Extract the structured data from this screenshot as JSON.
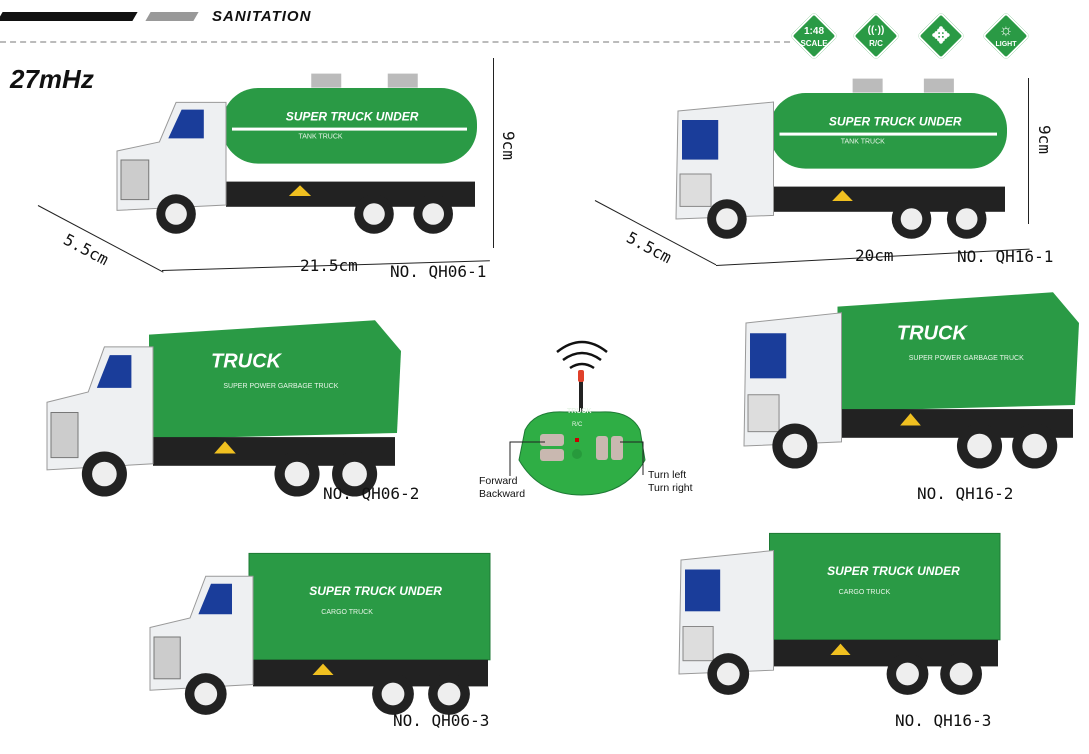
{
  "header": {
    "title": "SANITATION",
    "frequency": "27mHz"
  },
  "badges": [
    {
      "icon": "scale-icon",
      "line1": "1:48",
      "line2": "SCALE"
    },
    {
      "icon": "rc-antenna-icon",
      "line1": "((·))",
      "line2": "R/C"
    },
    {
      "icon": "four-direction-icon",
      "line1": "✥",
      "line2": ""
    },
    {
      "icon": "light-icon",
      "line1": "☼",
      "line2": "LIGHT"
    }
  ],
  "dimensions": {
    "qh06_1": {
      "height": "9cm",
      "width": "5.5cm",
      "length": "21.5cm"
    },
    "qh16_1": {
      "height": "9cm",
      "width": "5.5cm",
      "length": "20cm"
    }
  },
  "products": [
    {
      "model": "NO. QH06-1",
      "type": "tank",
      "cab": "american",
      "logo": "SUPER TRUCK UNDER",
      "sub": "TANK TRUCK"
    },
    {
      "model": "NO. QH16-1",
      "type": "tank",
      "cab": "euro",
      "logo": "SUPER TRUCK UNDER",
      "sub": "TANK TRUCK"
    },
    {
      "model": "NO. QH06-2",
      "type": "garbage",
      "cab": "american",
      "logo": "TRUCK",
      "sub": "SUPER POWER GARBAGE TRUCK"
    },
    {
      "model": "NO. QH16-2",
      "type": "garbage",
      "cab": "euro",
      "logo": "TRUCK",
      "sub": "SUPER POWER GARBAGE TRUCK"
    },
    {
      "model": "NO. QH06-3",
      "type": "container",
      "cab": "american",
      "logo": "SUPER TRUCK UNDER",
      "sub": "CARGO TRUCK"
    },
    {
      "model": "NO. QH16-3",
      "type": "container",
      "cab": "euro",
      "logo": "SUPER TRUCK UNDER",
      "sub": "CARGO TRUCK"
    }
  ],
  "remote": {
    "brand": "TRUCK",
    "rc": "R/C",
    "left_label_1": "Forward",
    "left_label_2": "Backward",
    "right_label_1": "Turn left",
    "right_label_2": "Turn right"
  },
  "colors": {
    "green": "#2a9a45",
    "dark_green": "#1e7a35",
    "cab": "#eef0f2",
    "chassis": "#222"
  }
}
